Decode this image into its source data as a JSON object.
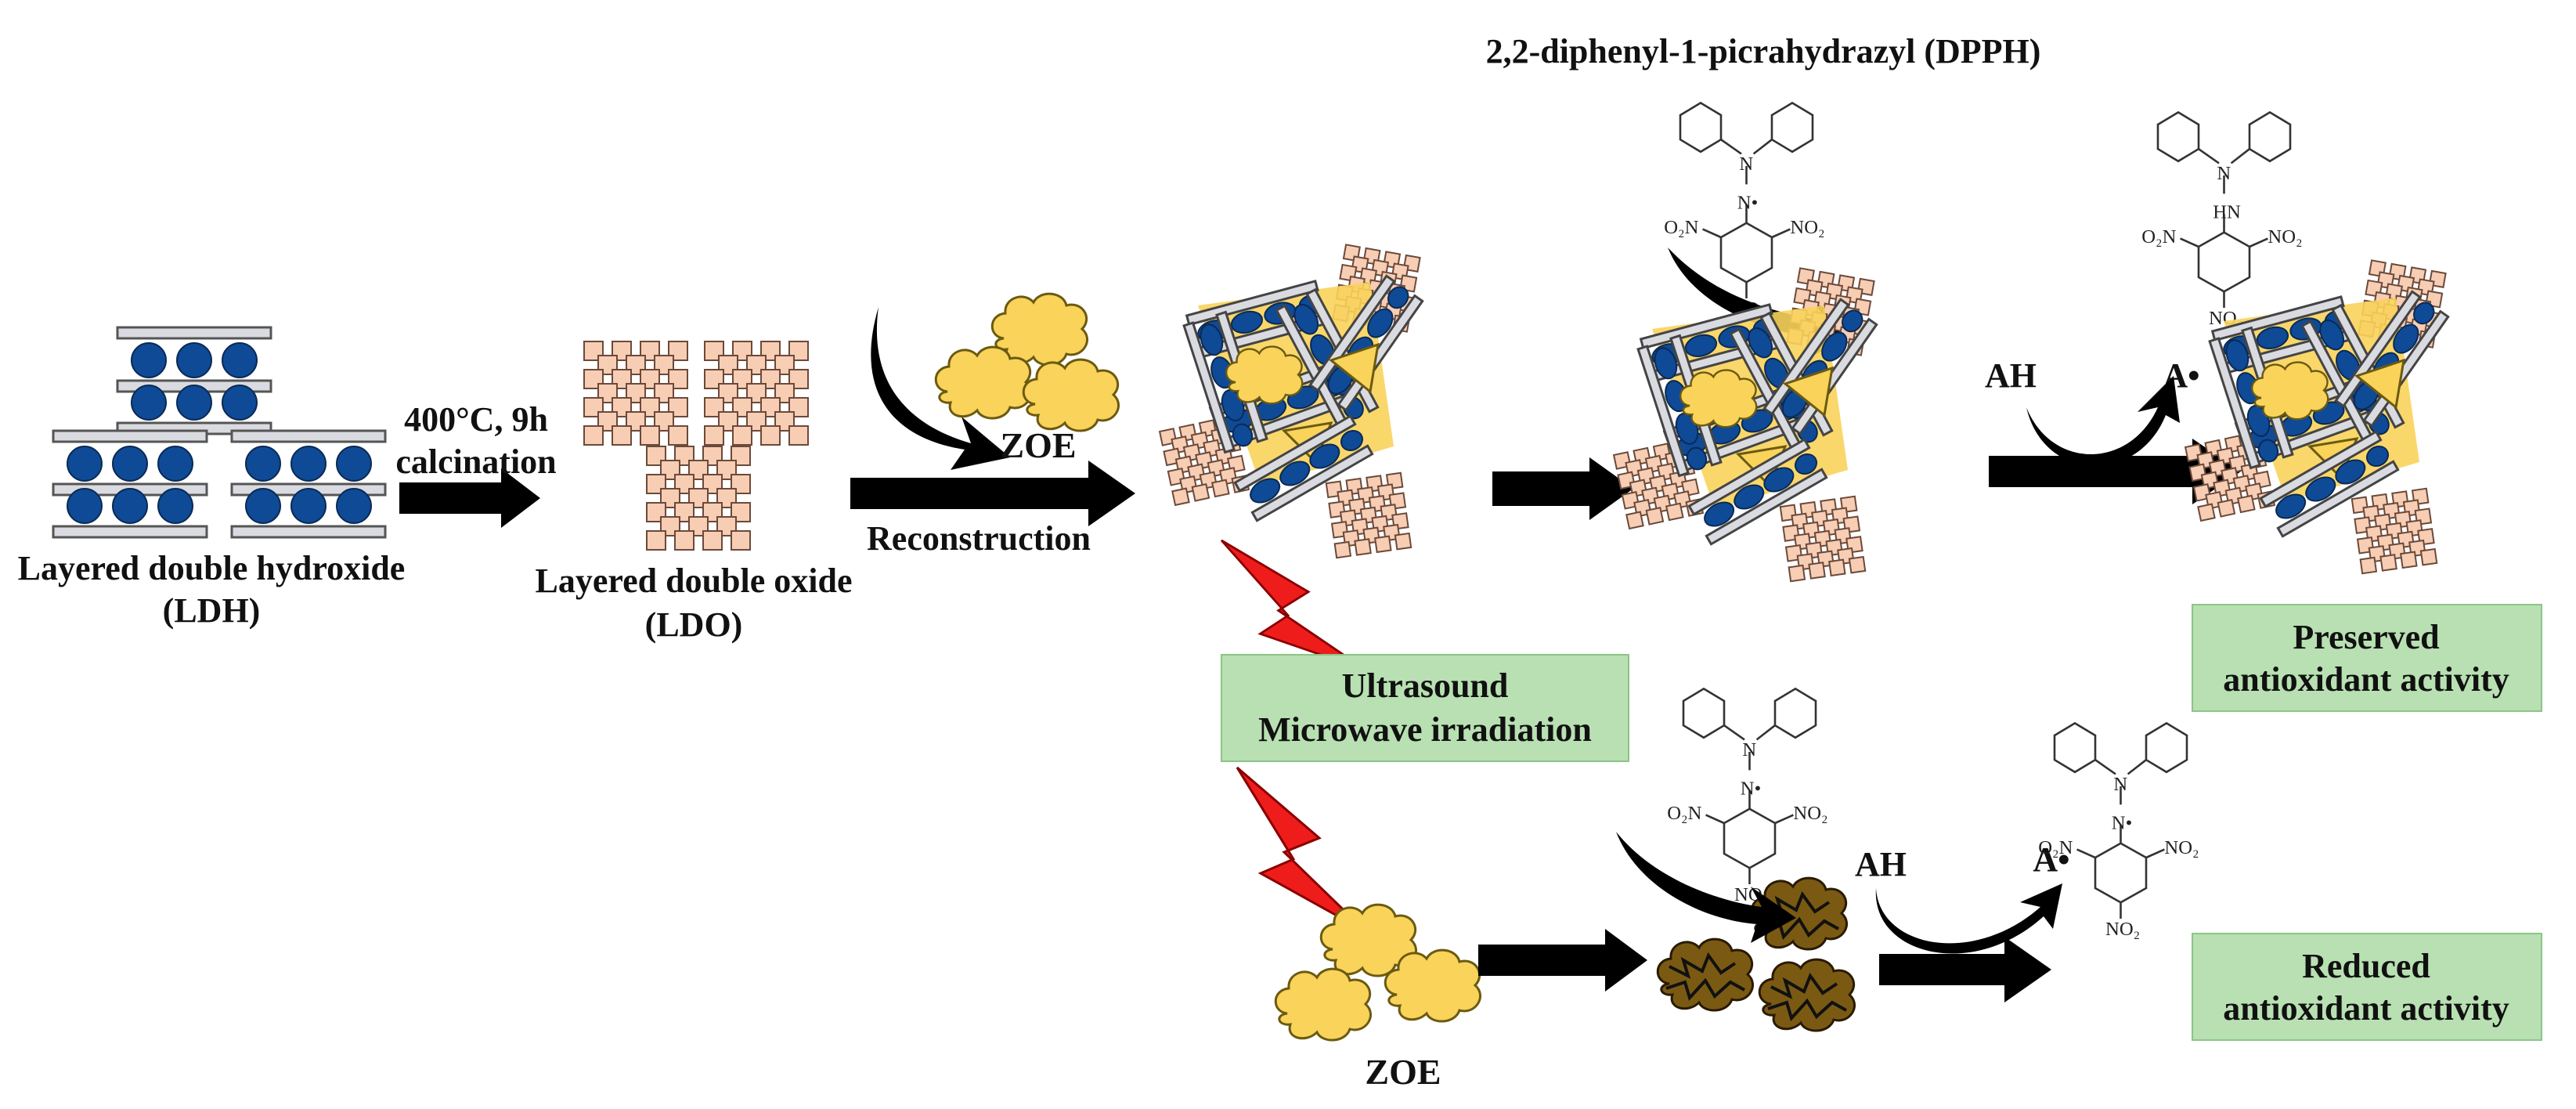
{
  "colors": {
    "ldh_sheet": "#d9dbe0",
    "ldh_ball": "#0f4a96",
    "ldo_tile": "#f7cdb4",
    "zoe": "#f9d35a",
    "degraded_zoe": "#7a5a12",
    "green_box": "#b8e0b2",
    "bolt": "#ef1c1c",
    "arrow": "#000000"
  },
  "labels": {
    "ldh": [
      "Layered double hydroxide",
      "(LDH)"
    ],
    "calcination": [
      "400°C, 9h",
      "calcination"
    ],
    "ldo": [
      "Layered double oxide",
      "(LDO)"
    ],
    "zoe_top": "ZOE",
    "reconstruction": "Reconstruction",
    "dpph": "2,2-diphenyl-1-picrahydrazyl (DPPH)",
    "ah_top": "AH",
    "a_dot_top": "A•",
    "ultrasound": [
      "Ultrasound",
      "Microwave irradiation"
    ],
    "preserved": [
      "Preserved",
      "antioxidant activity"
    ],
    "ah_bottom": "AH",
    "a_dot_bottom": "A•",
    "reduced": [
      "Reduced",
      "antioxidant activity"
    ],
    "zoe_bottom": "ZOE"
  },
  "chem": {
    "n": "N",
    "n_dot": "N•",
    "hn": "HN",
    "no2": "NO₂",
    "o2n": "O₂N"
  }
}
